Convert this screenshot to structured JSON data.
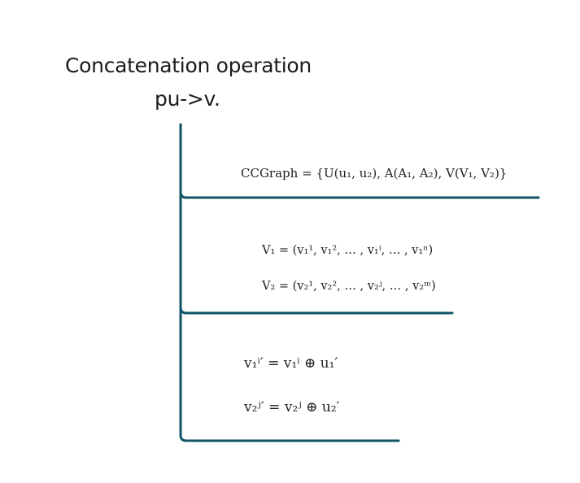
{
  "heading": {
    "line1": "Concatenation operation",
    "line2": "pu->v."
  },
  "equations": {
    "graph": "CCGraph = {U(u₁, u₂), A(A₁, A₂), V(V₁, V₂)}",
    "v1": "V₁ = (v₁¹, v₁², … , v₁ⁱ, … , v₁ⁿ)",
    "v2": "V₂ = (v₂¹, v₂², … , v₂ʲ, … , v₂ᵐ)",
    "concat1": "v₁ⁱ′ = v₁ⁱ ⊕ u₁′",
    "concat2": "v₂ʲ′ = v₂ʲ ⊕ u₂′"
  },
  "colors": {
    "frame": "#0e5465",
    "ink": "#1c1c1c"
  }
}
